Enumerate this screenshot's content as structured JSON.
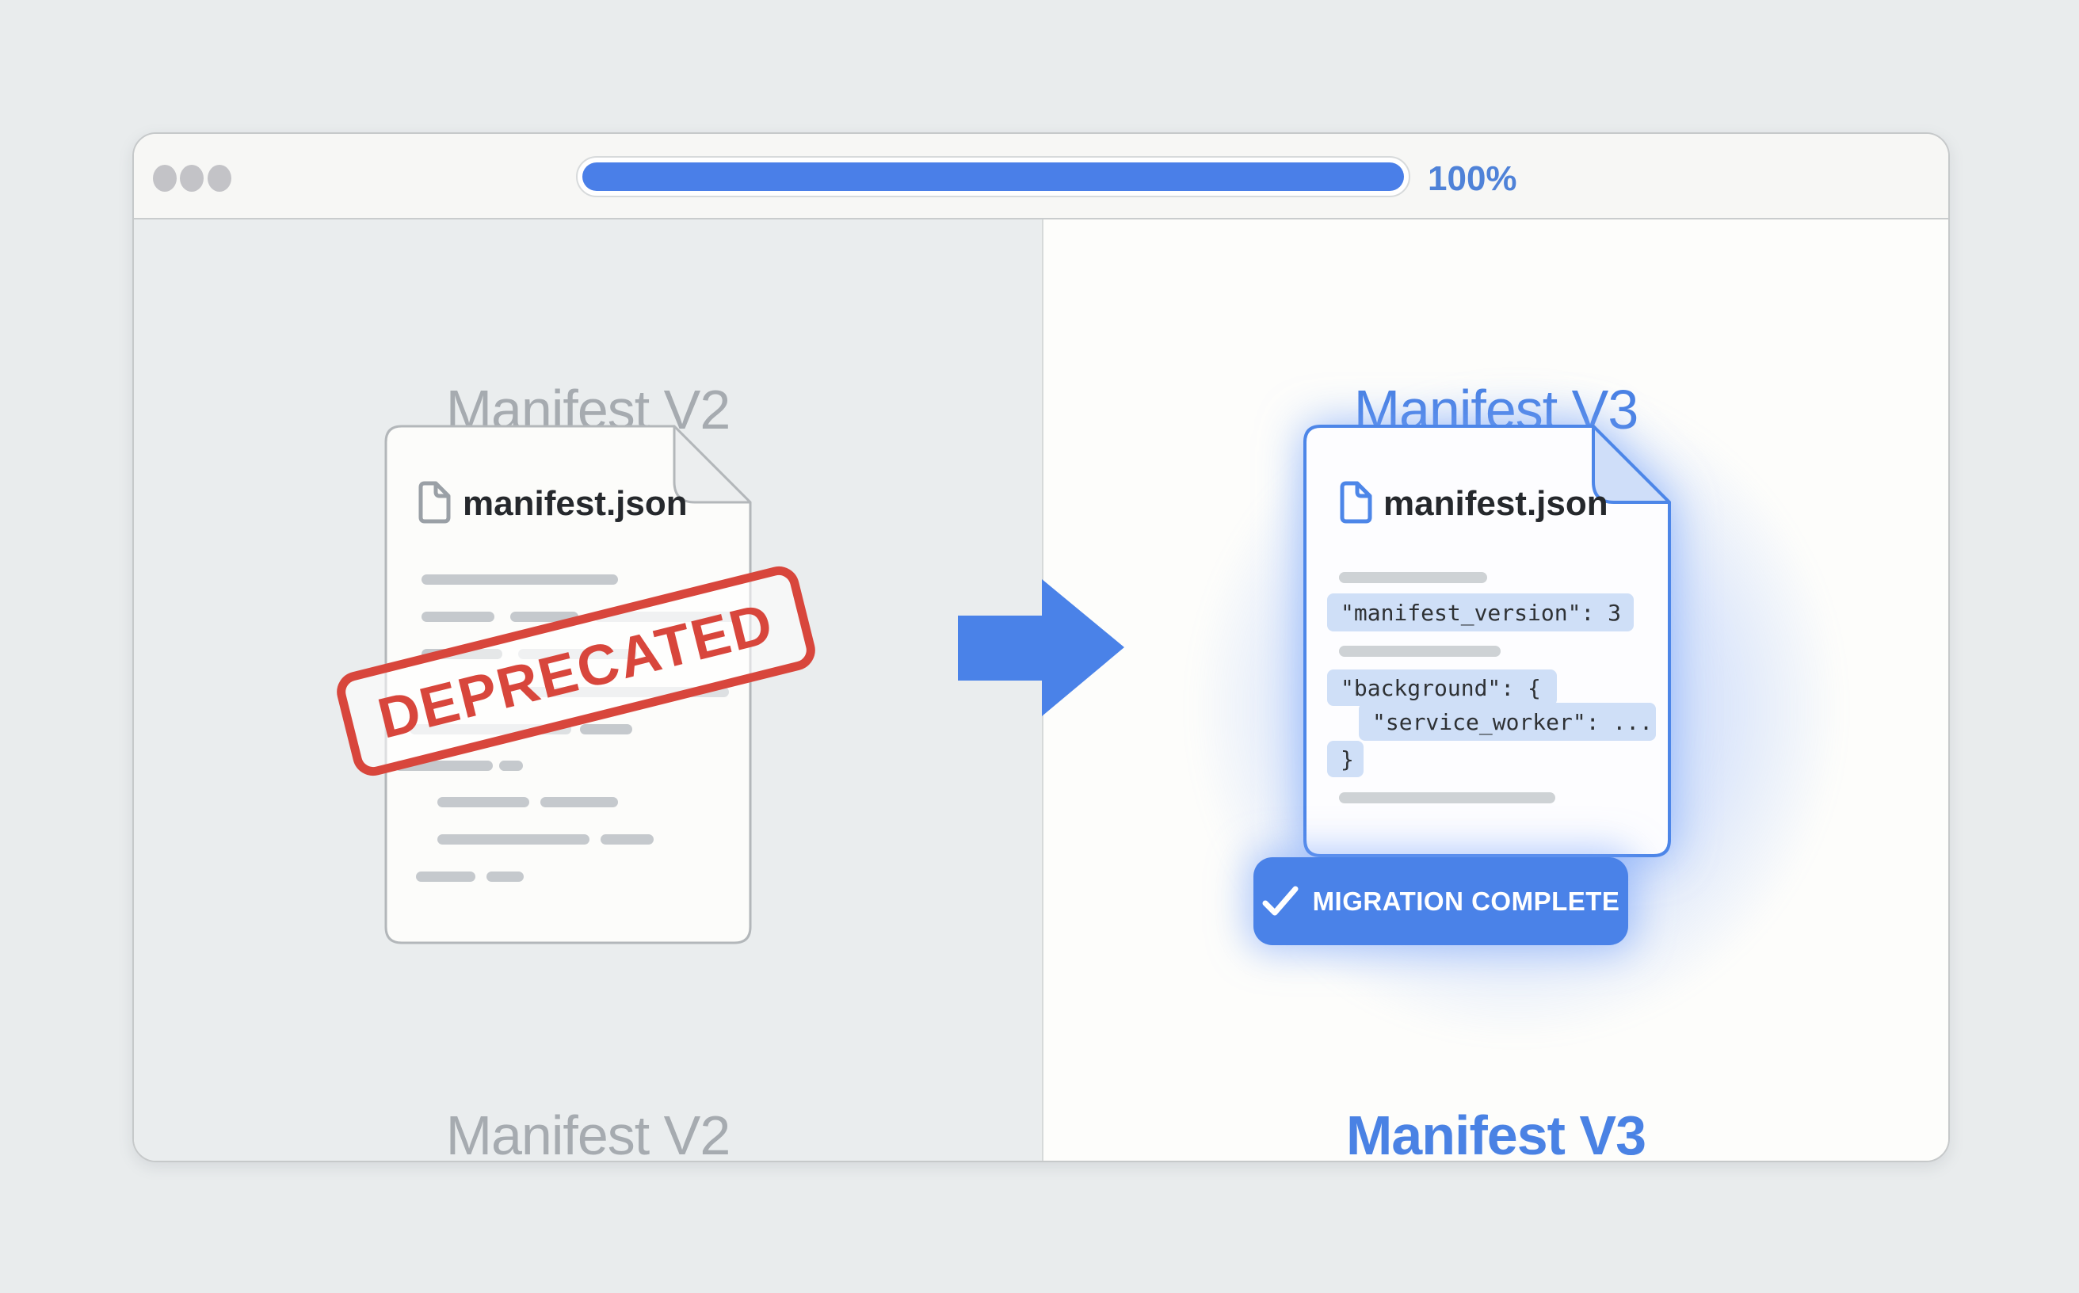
{
  "chrome": {
    "progress_label": "100%",
    "progress_percent": 100,
    "traffic_light_count": 3
  },
  "left": {
    "title_top": "Manifest V2",
    "title_bottom": "Manifest V2",
    "file_name": "manifest.json",
    "stamp_label": "DEPRECATED"
  },
  "right": {
    "title_top": "Manifest V3",
    "title_bottom": "Manifest V3",
    "file_name": "manifest.json",
    "code": {
      "line_1": "\"manifest_version\": 3",
      "line_2": "\"background\": {",
      "line_3": "\"service_worker\": ...",
      "line_4": "}"
    },
    "badge_label": "MIGRATION COMPLETE"
  },
  "icons": {
    "file": "file-icon",
    "check": "check-icon",
    "arrow": "arrow-right-icon",
    "traffic_lights": "window-control-dots"
  },
  "colors": {
    "accent_blue": "#4a82e8",
    "stamp_red": "#d8463c",
    "gray_title": "#a6abb0",
    "code_highlight": "#cfdff7",
    "left_panel_bg": "#eaedee",
    "right_panel_bg": "#fdfdfb"
  }
}
